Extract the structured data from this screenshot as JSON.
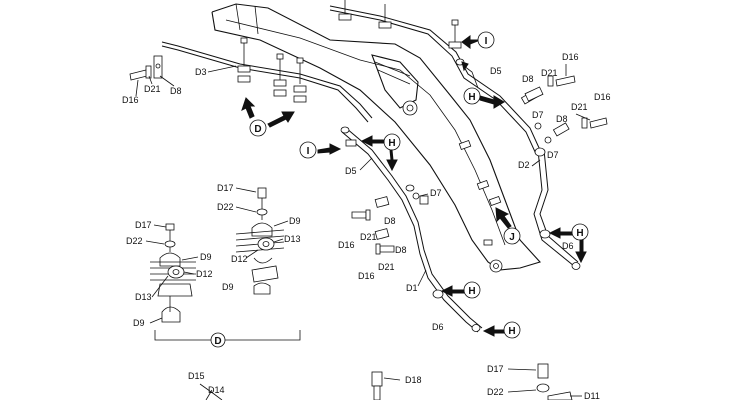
{
  "diagram": {
    "title": "Boom hydraulic tube and clamp arrangement",
    "callouts": {
      "D": "D",
      "H": "H",
      "I": "I",
      "J": "J"
    },
    "labels": {
      "top_left": {
        "d16": "D16",
        "d21": "D21",
        "d8": "D8",
        "d3": "D3"
      },
      "top_right": {
        "d16a": "D16",
        "d21a": "D21",
        "d8a": "D8",
        "d5": "D5",
        "d21b": "D21",
        "d16b": "D16",
        "d7a": "D7",
        "d8b": "D8",
        "d7b": "D7",
        "d2": "D2",
        "d6": "D6"
      },
      "center": {
        "d5": "D5",
        "d7": "D7",
        "d8a": "D8",
        "d16a": "D16",
        "d21a": "D21",
        "d8b": "D8",
        "d16b": "D16",
        "d21b": "D21",
        "d1": "D1",
        "d6": "D6"
      },
      "detail_d": {
        "d17a": "D17",
        "d22a": "D22",
        "d9a": "D9",
        "d13a": "D13",
        "d12a": "D12",
        "d9b": "D9",
        "d17b": "D17",
        "d22b": "D22",
        "d9c": "D9",
        "d12b": "D12",
        "d13b": "D13",
        "d9d": "D9"
      },
      "bottom": {
        "d15": "D15",
        "d14": "D14",
        "d18": "D18",
        "d17": "D17",
        "d22": "D22",
        "d11": "D11"
      }
    }
  }
}
